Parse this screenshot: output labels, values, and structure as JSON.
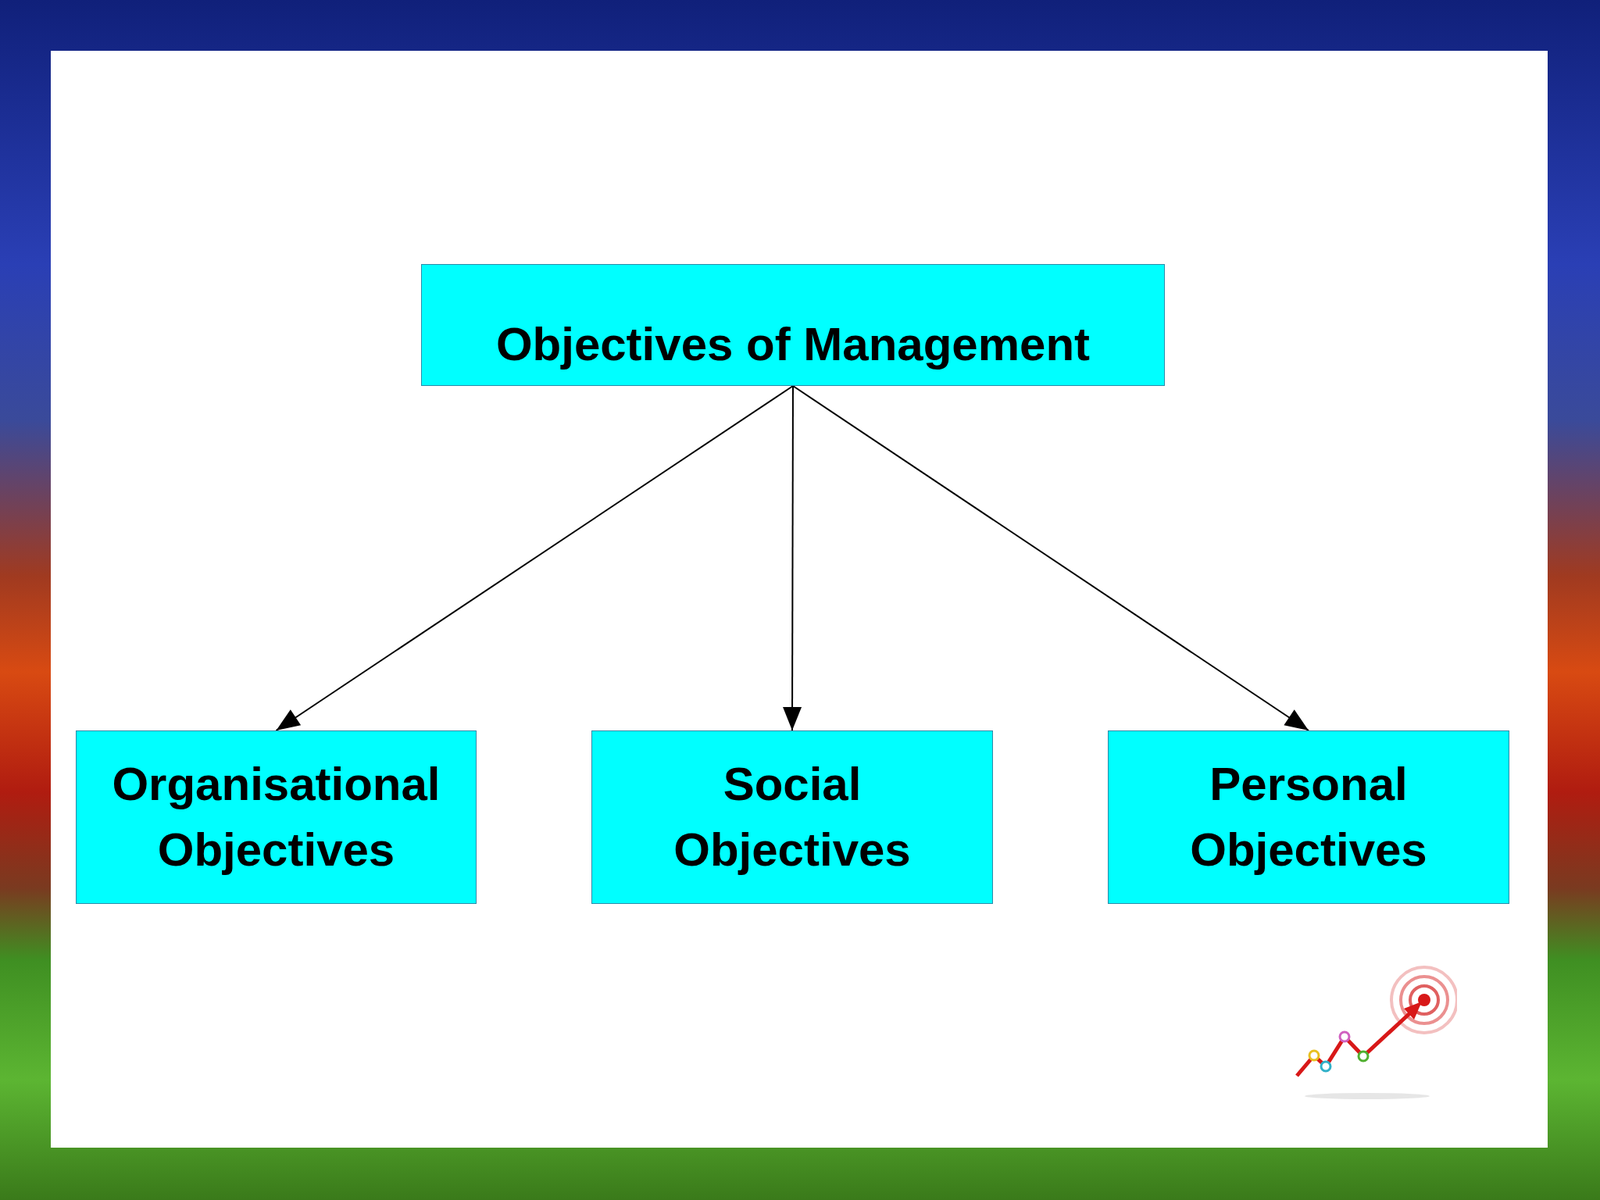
{
  "diagram": {
    "nodes": [
      {
        "text": [
          "Objectives of Management"
        ]
      },
      {
        "text": [
          "Organisational Objectives"
        ]
      },
      {
        "text": [
          "Social Objectives"
        ]
      },
      {
        "text": [
          "Personal Objectives"
        ]
      }
    ],
    "edges": [
      {
        "from": 0,
        "to": 1,
        "arrow": "to"
      },
      {
        "from": 0,
        "to": 2,
        "arrow": "to"
      },
      {
        "from": 0,
        "to": 3,
        "arrow": "to"
      }
    ]
  }
}
